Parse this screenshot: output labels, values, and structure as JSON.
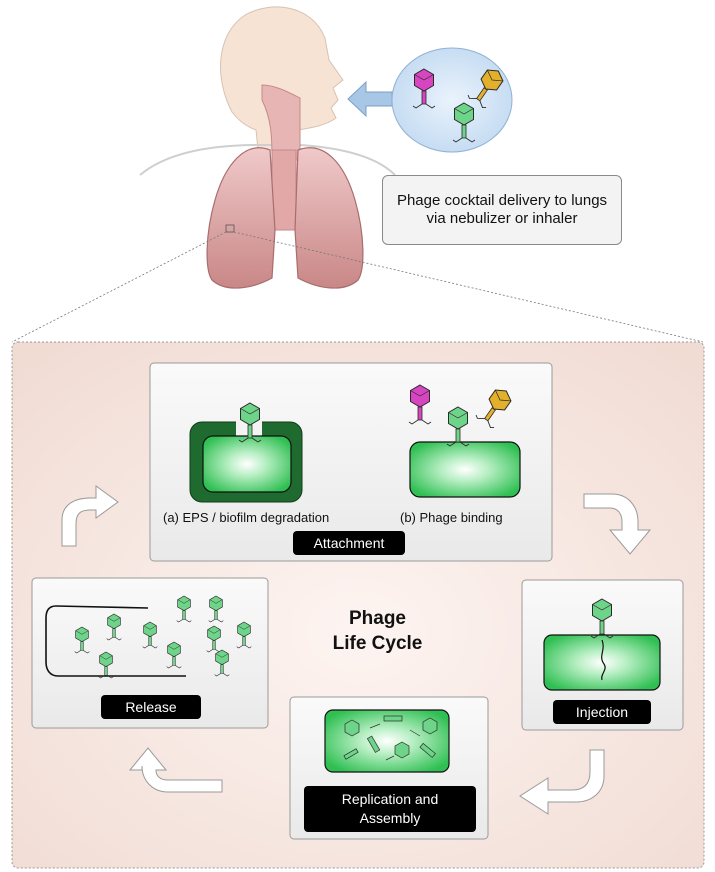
{
  "delivery": {
    "caption": "Phage cocktail delivery to lungs via nebulizer or inhaler"
  },
  "cycle": {
    "title_line1": "Phage",
    "title_line2": "Life Cycle"
  },
  "attachment": {
    "label": "Attachment",
    "sub_a": "(a) EPS / biofilm degradation",
    "sub_b": "(b) Phage binding"
  },
  "injection": {
    "label": "Injection"
  },
  "replication": {
    "label_line1": "Replication and",
    "label_line2": "Assembly"
  },
  "release": {
    "label": "Release"
  },
  "colors": {
    "lung": "#d48f8f",
    "skin": "#f6e3d4",
    "background_panel": "#f6e4de",
    "bacterium_green": "#3dc85c",
    "phage_green": "#6ed48a",
    "phage_magenta": "#d845c0",
    "phage_gold": "#e3b02b",
    "arrow_blue": "#a8c6e6",
    "inset_blue": "#c9def3"
  }
}
